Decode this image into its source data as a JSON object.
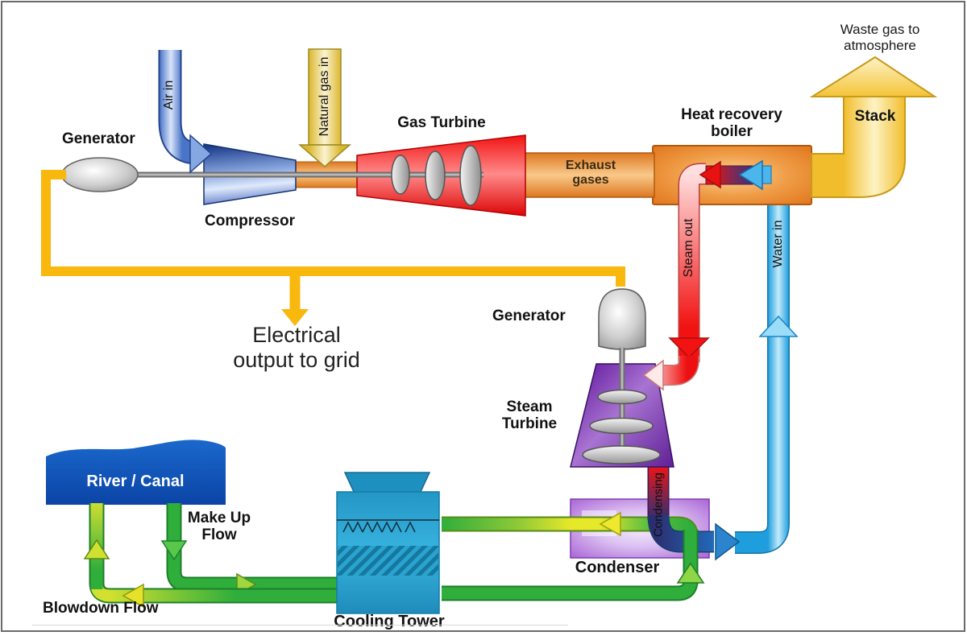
{
  "labels": {
    "generator_left": "Generator",
    "air_in": "Air in",
    "natural_gas_in": "Natural gas in",
    "gas_turbine": "Gas Turbine",
    "compressor": "Compressor",
    "exhaust_1": "Exhaust",
    "exhaust_2": "gases",
    "heat_recovery_1": "Heat recovery",
    "heat_recovery_2": "boiler",
    "stack": "Stack",
    "waste_1": "Waste gas to",
    "waste_2": "atmosphere",
    "steam_out": "Steam out",
    "water_in": "Water in",
    "generator_2": "Generator",
    "steam_turbine_1": "Steam",
    "steam_turbine_2": "Turbine",
    "electrical_1": "Electrical",
    "electrical_2": "output to grid",
    "condensing": "Condensing",
    "river_canal": "River / Canal",
    "make_up_1": "Make Up",
    "make_up_2": "Flow",
    "blowdown": "Blowdown Flow",
    "cooling_tower": "Cooling Tower",
    "condenser": "Condenser"
  },
  "colors": {
    "electrical_wire": "#F9B80E",
    "steam": "#EE1212",
    "feed_water": "#29ABE8",
    "cooling_water": "#2FAE3C",
    "warm_water": "#E6E22C",
    "exhaust_duct": "#E8852E",
    "stack_arrow": "#F5C335",
    "air_inlet": "#5C86D0",
    "natural_gas": "#EFD98A",
    "gas_turbine": "#F21212",
    "compressor": "#2A4FA0",
    "steam_turbine": "#7A2FB8",
    "condenser": "#B57BDC",
    "cooling_tower": "#2AA3D0",
    "river": "#1156B8"
  }
}
